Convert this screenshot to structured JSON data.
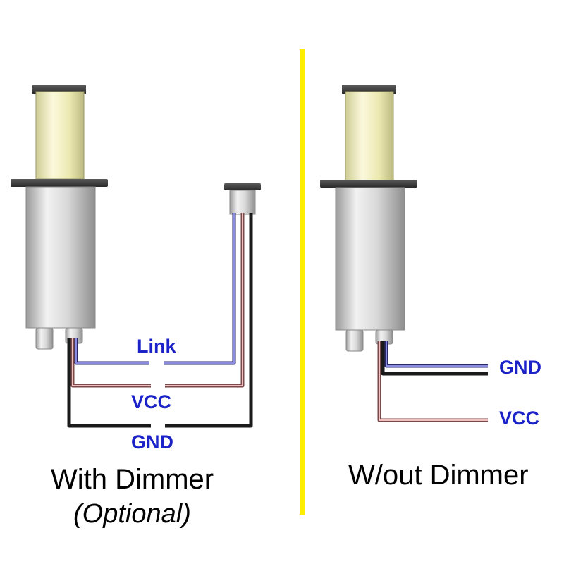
{
  "left_panel": {
    "labels": {
      "link": "Link",
      "vcc": "VCC",
      "gnd": "GND"
    },
    "title": "With Dimmer",
    "subtitle": "(Optional)"
  },
  "right_panel": {
    "labels": {
      "gnd": "GND",
      "vcc": "VCC"
    },
    "title": "W/out Dimmer"
  },
  "colors": {
    "divider": "#ffee00",
    "label_text": "#1a22c8",
    "wire_link": "#6a6ad0",
    "wire_vcc": "#d89a9a",
    "wire_gnd": "#1a1a1a",
    "lamp_lens": "#f2efbf",
    "lamp_body": "#d8d8d8"
  }
}
